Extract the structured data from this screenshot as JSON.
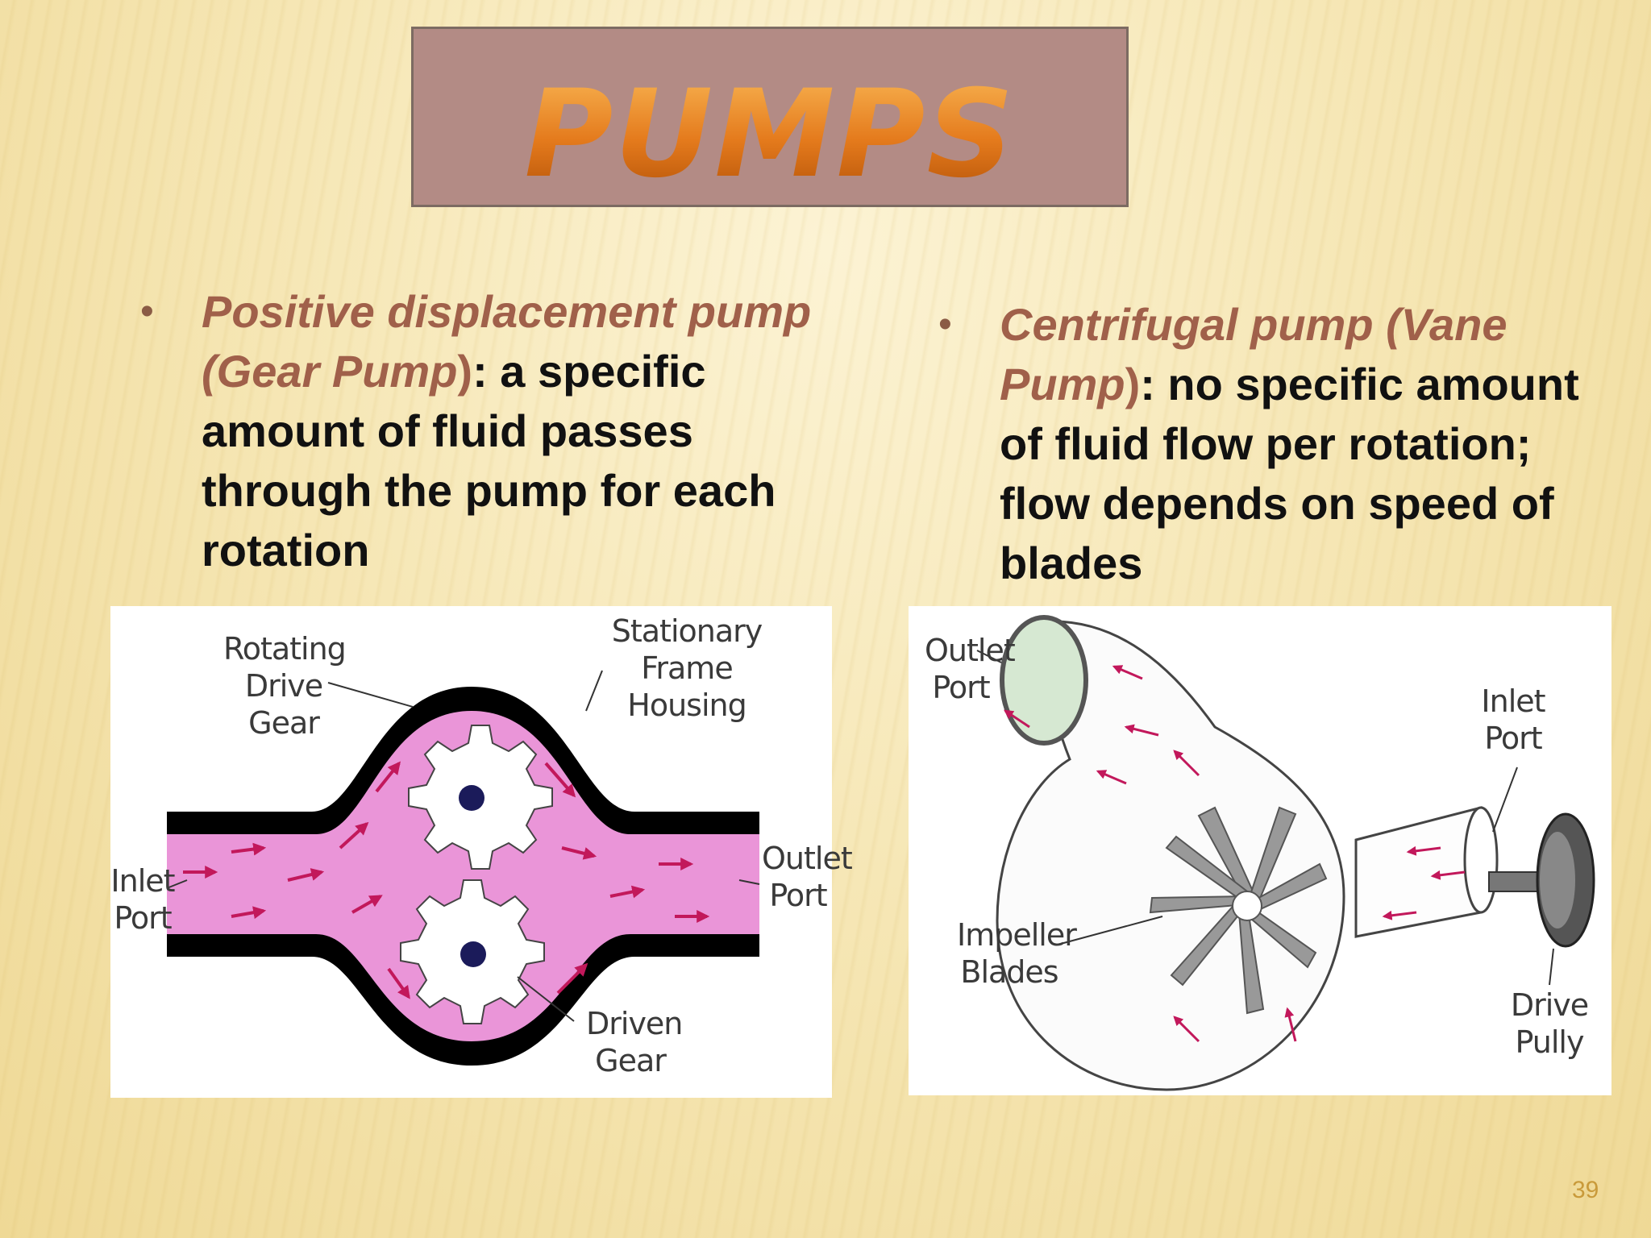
{
  "slide": {
    "title": "PUMPS",
    "page_number": "39"
  },
  "left": {
    "lead": "Positive displacement pump (Gear Pump",
    "paren": ")",
    "body": ":  a specific amount of fluid passes through the pump for each rotation",
    "diagram_labels": {
      "rotating_drive_gear": "Rotating\nDrive\nGear",
      "stationary_frame_housing": "Stationary\nFrame\nHousing",
      "inlet_port": "Inlet\nPort",
      "outlet_port": "Outlet\nPort",
      "driven_gear": "Driven\nGear"
    }
  },
  "right": {
    "lead": "Centrifugal pump (Vane Pump",
    "paren": ")",
    "body": ":  no specific amount of fluid flow per rotation; flow depends on speed of blades",
    "diagram_labels": {
      "outlet_port": "Outlet\nPort",
      "inlet_port": "Inlet\nPort",
      "impeller_blades": "Impeller\nBlades",
      "drive_pully": "Drive\nPully"
    }
  },
  "colors": {
    "title_box": "#b38b85",
    "title_text": "#e8822a",
    "bullet_lead": "#a0604a",
    "fluid": "#e98fd6",
    "arrow": "#c2185b"
  }
}
